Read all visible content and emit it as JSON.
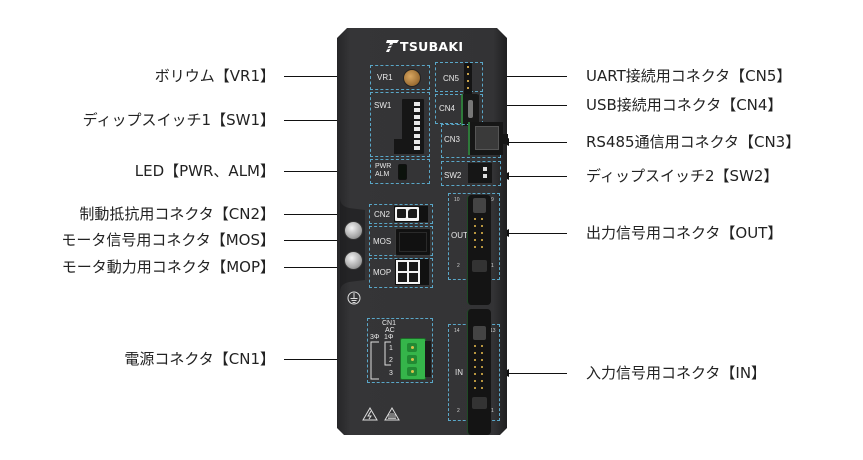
{
  "device": {
    "brand": "TSUBAKI",
    "panel_labels": {
      "vr1": "VR1",
      "sw1": "SW1",
      "pwr": "PWR",
      "alm": "ALM",
      "cn5": "CN5",
      "cn4": "CN4",
      "cn3": "CN3",
      "sw2": "SW2",
      "cn2": "CN2",
      "mos": "MOS",
      "mop": "MOP",
      "out": "OUT",
      "out_pin_tl": "10",
      "out_pin_tr": "9",
      "out_pin_bl": "2",
      "out_pin_br": "1",
      "cn1": "CN1",
      "ac": "AC",
      "three_phase": "3Φ",
      "one_phase": "1Φ",
      "cn1_pin1": "1",
      "cn1_pin2": "2",
      "cn1_pin3": "3",
      "in": "IN",
      "in_pin_tl": "14",
      "in_pin_tr": "13",
      "in_pin_bl": "2",
      "in_pin_br": "1"
    }
  },
  "callouts_left": [
    {
      "id": "vr1",
      "text": "ボリウム【VR1】"
    },
    {
      "id": "sw1",
      "text": "ディップスイッチ1【SW1】"
    },
    {
      "id": "led",
      "text": "LED【PWR、ALM】"
    },
    {
      "id": "cn2",
      "text": "制動抵抗用コネクタ【CN2】"
    },
    {
      "id": "mos",
      "text": "モータ信号用コネクタ【MOS】"
    },
    {
      "id": "mop",
      "text": "モータ動力用コネクタ【MOP】"
    },
    {
      "id": "cn1",
      "text": "電源コネクタ【CN1】"
    }
  ],
  "callouts_right": [
    {
      "id": "cn5",
      "text": "UART接続用コネクタ【CN5】"
    },
    {
      "id": "cn4",
      "text": "USB接続用コネクタ【CN4】"
    },
    {
      "id": "cn3",
      "text": "RS485通信用コネクタ【CN3】"
    },
    {
      "id": "sw2",
      "text": "ディップスイッチ2【SW2】"
    },
    {
      "id": "out",
      "text": "出力信号用コネクタ【OUT】"
    },
    {
      "id": "in",
      "text": "入力信号用コネクタ【IN】"
    }
  ],
  "colors": {
    "body": "#2f2f31",
    "dashed_box": "#5aa7c8",
    "terminal_green": "#35b54a",
    "knob": "#b88a4a"
  }
}
